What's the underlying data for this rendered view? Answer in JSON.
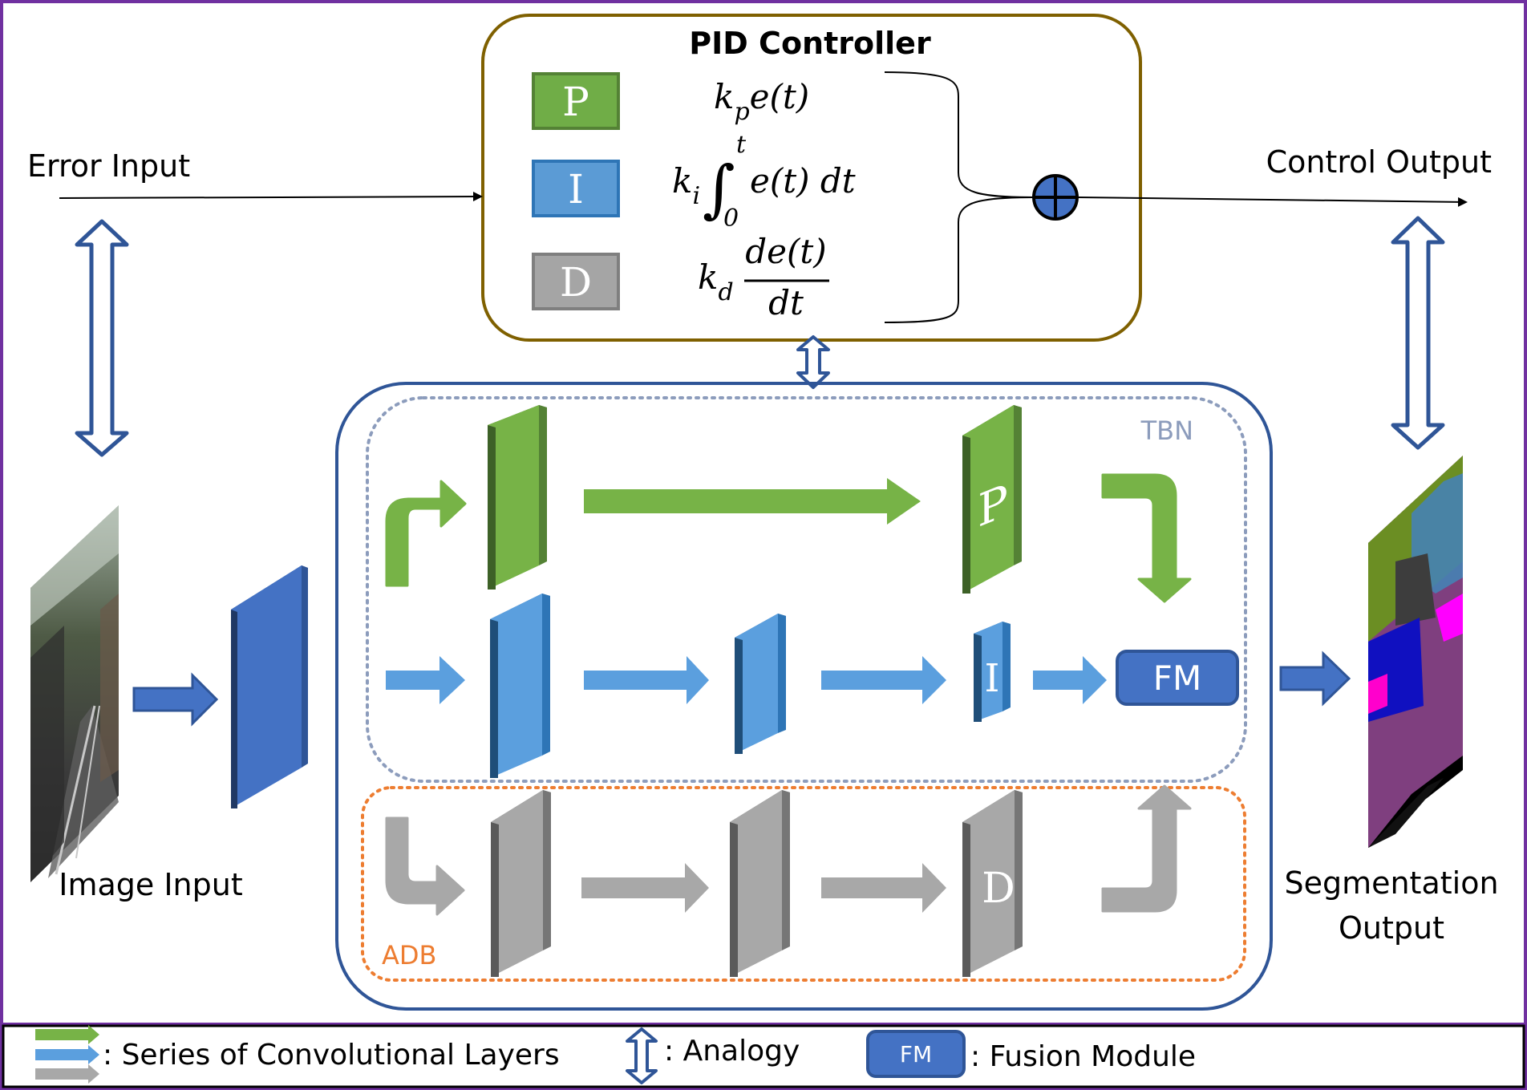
{
  "pid": {
    "title": "PID Controller",
    "p_label": "P",
    "i_label": "I",
    "d_label": "D",
    "formula_p": {
      "k": "k",
      "sub": "p",
      "rest": "e(t)"
    },
    "formula_i": {
      "k": "k",
      "sub": "i",
      "integral": "∫",
      "upper": "t",
      "lower": "0",
      "rest": "e(t) dt"
    },
    "formula_d": {
      "k": "k",
      "sub": "d",
      "num": "de(t)",
      "den": "dt"
    }
  },
  "labels": {
    "error_input": "Error Input",
    "control_output": "Control Output",
    "image_input": "Image Input",
    "segmentation_output_line1": "Segmentation",
    "segmentation_output_line2": "Output"
  },
  "network": {
    "tbn_label": "TBN",
    "adb_label": "ADB",
    "fm_label": "FM",
    "p_letter": "P",
    "i_letter": "I",
    "d_letter": "D"
  },
  "legend": {
    "conv_text": ": Series of Convolutional Layers",
    "analogy_text": ": Analogy",
    "fm_badge": "FM",
    "fusion_text": ": Fusion Module"
  },
  "colors": {
    "green": "#77b347",
    "blue": "#5b9fde",
    "gray": "#a8a8a8",
    "dark_blue": "#4472c4",
    "purple_border": "#7030a0",
    "pid_border": "#7f6000",
    "tbn_border": "#8c9cbc",
    "adb_border": "#ed7d31",
    "outer_border": "#2f5597"
  }
}
